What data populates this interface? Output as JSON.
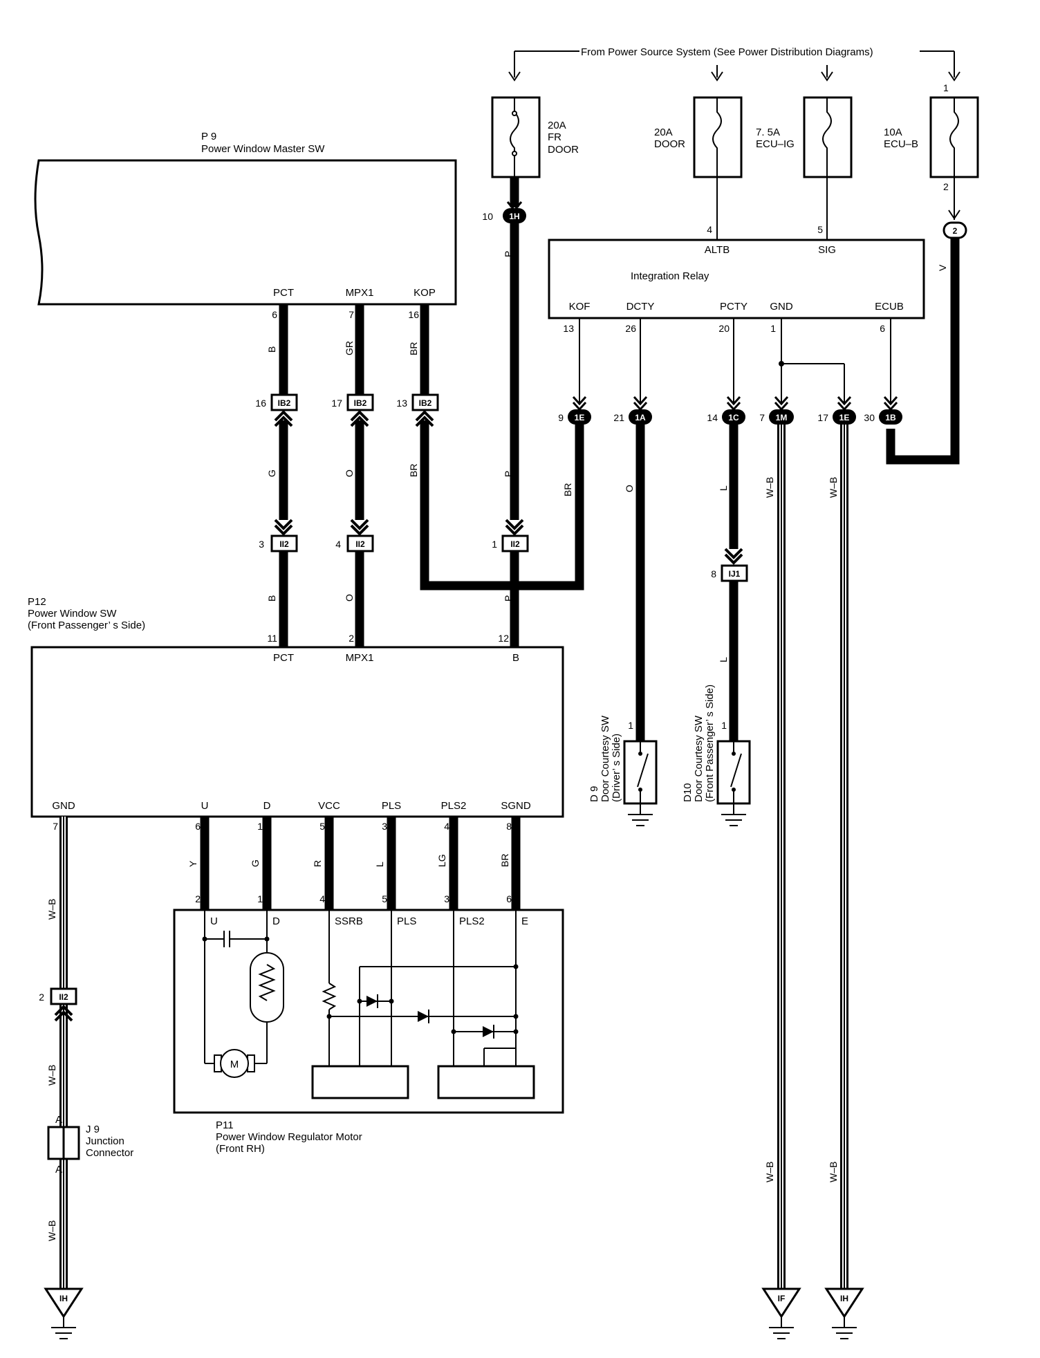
{
  "power_source_label": "From Power Source System (See Power Distribution Diagrams)",
  "fuses": [
    {
      "line1": "20A",
      "line2": "FR",
      "line3": "DOOR"
    },
    {
      "line1": "20A",
      "line2": "DOOR",
      "line3": ""
    },
    {
      "line1": "7. 5A",
      "line2": "ECU–IG",
      "line3": ""
    },
    {
      "line1": "10A",
      "line2": "ECU–B",
      "line3": ""
    }
  ],
  "fuse_pins": {
    "top": "1",
    "bottom": "2"
  },
  "master_sw": {
    "id": "P 9",
    "name": "Power Window Master SW",
    "pins": [
      "PCT",
      "MPX1",
      "KOP"
    ],
    "pin_nums": [
      "6",
      "7",
      "16"
    ]
  },
  "relay": {
    "name": "Integration Relay",
    "top_pins": [
      "ALTB",
      "SIG"
    ],
    "top_nums": [
      "4",
      "5"
    ],
    "bottom_pins": [
      "KOF",
      "DCTY",
      "PCTY",
      "GND",
      "ECUB"
    ],
    "bottom_nums": [
      "13",
      "26",
      "20",
      "1",
      "6"
    ]
  },
  "connectors": {
    "c1H": "1H",
    "c1H_pin": "10",
    "c2": "2",
    "ib2": "IB2",
    "ib2_pins": [
      "16",
      "17",
      "13"
    ],
    "c1E_a": "1E",
    "c1E_a_pin": "9",
    "c1A": "1A",
    "c1A_pin": "21",
    "c1C": "1C",
    "c1C_pin": "14",
    "c1M": "1M",
    "c1M_pin": "7",
    "c1E_b": "1E",
    "c1E_b_pin": "17",
    "c1B": "1B",
    "c1B_pin": "30",
    "ii2": "II2",
    "ii2_pins": [
      "3",
      "4",
      "1"
    ],
    "ij1": "IJ1",
    "ij1_pin": "8",
    "ii2_gnd": "II2",
    "ii2_gnd_pin": "2"
  },
  "wire_colors": {
    "fr_door": "P",
    "ecub": "V",
    "pct_top": "B",
    "mpx1_top": "GR",
    "kop_top": "BR",
    "pct_mid": "G",
    "mpx1_mid": "O",
    "kop_mid": "BR",
    "fr_mid": "P",
    "kof_mid": "BR",
    "dcty": "O",
    "pcty": "L",
    "gnd1": "W–B",
    "gnd2": "W–B",
    "pct_low": "B",
    "mpx1_low": "O",
    "fr_low": "P",
    "pcty_low": "L",
    "u": "Y",
    "d": "G",
    "vcc": "R",
    "pls": "L",
    "pls2": "LG",
    "sgnd": "BR",
    "gnd_p12": "W–B",
    "gnd_p12_b": "W–B",
    "gnd_p12_c": "W–B",
    "gnd1_low": "W–B",
    "gnd2_low": "W–B"
  },
  "p12": {
    "id": "P12",
    "name": "Power Window SW",
    "name2": "(Front Passenger’ s Side)",
    "top_pins": [
      "PCT",
      "MPX1",
      "B"
    ],
    "top_nums": [
      "11",
      "2",
      "12"
    ],
    "bottom_pins": [
      "GND",
      "U",
      "D",
      "VCC",
      "PLS",
      "PLS2",
      "SGND"
    ],
    "bottom_nums": [
      "7",
      "6",
      "1",
      "5",
      "3",
      "4",
      "8"
    ]
  },
  "p11": {
    "id": "P11",
    "name": "Power Window Regulator Motor",
    "name2": "(Front RH)",
    "pins": [
      "U",
      "D",
      "SSRB",
      "PLS",
      "PLS2",
      "E"
    ],
    "pin_nums": [
      "2",
      "1",
      "4",
      "5",
      "3",
      "6"
    ],
    "motor": "M"
  },
  "d9": {
    "id": "D 9",
    "line1": "Door Courtesy SW",
    "line2": "(Driver’ s Side)",
    "pin": "1"
  },
  "d10": {
    "id": "D10",
    "line1": "Door Courtesy SW",
    "line2": "(Front Passenger’ s Side)",
    "pin": "1"
  },
  "j9": {
    "id": "J 9",
    "line1": "Junction",
    "line2": "Connector",
    "pin_top": "A",
    "pin_bot": "A"
  },
  "grounds": [
    "IH",
    "IF",
    "IH"
  ]
}
